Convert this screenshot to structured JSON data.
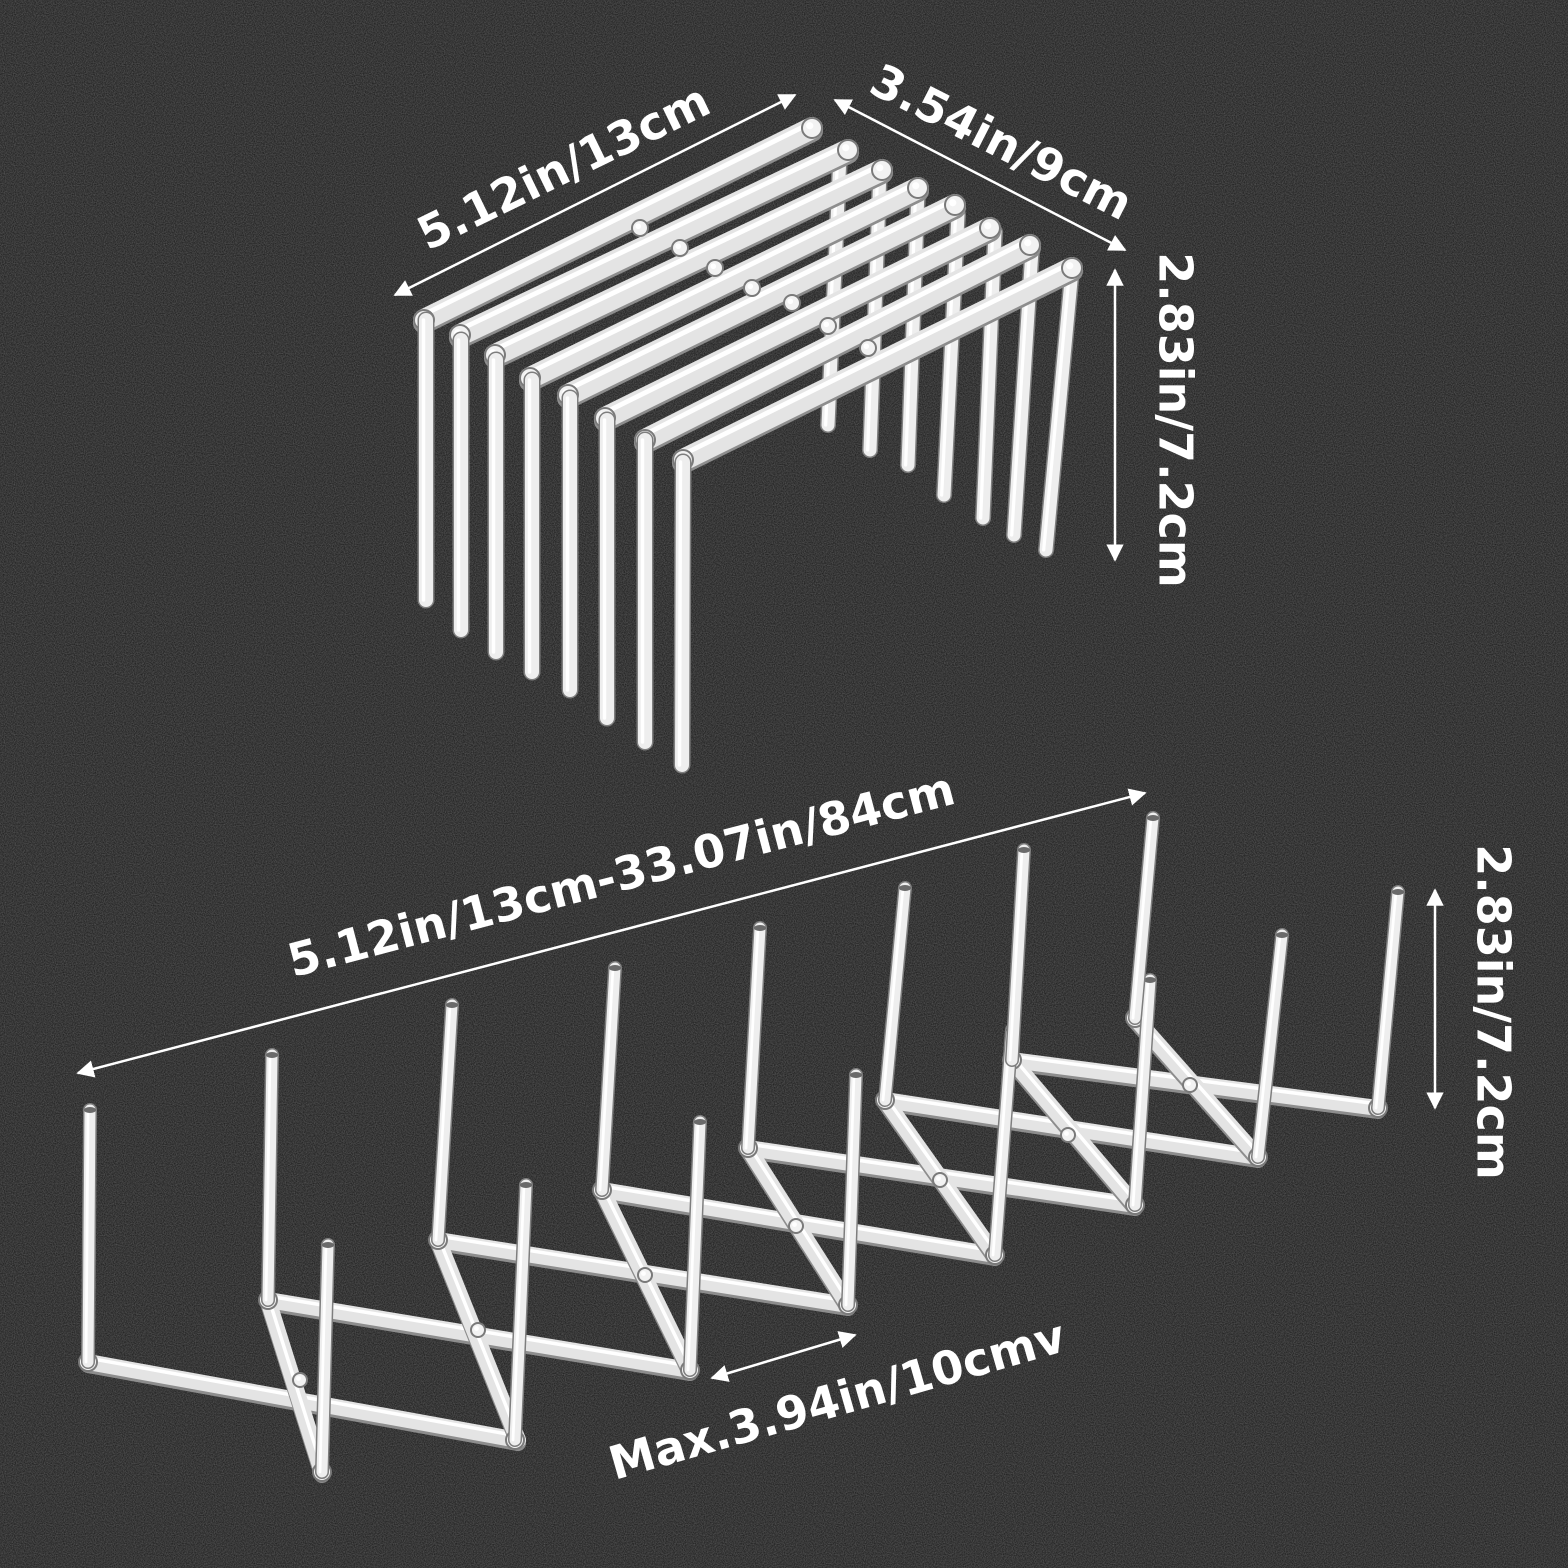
{
  "scene": {
    "background_color": "#141414",
    "metal_light": "#f4f4f4",
    "metal_mid": "#c4c4c4",
    "metal_dark": "#8a8a8a",
    "line_color": "#ffffff"
  },
  "folded_rack": {
    "length_label": "5.12in/13cm",
    "depth_label": "3.54in/9cm",
    "height_label": "2.83in/7.2cm"
  },
  "expanded_rack": {
    "length_label": "5.12in/13cm-33.07in/84cm",
    "height_label": "2.83in/7.2cm",
    "gap_label": "Max.3.94in/10cmv"
  }
}
